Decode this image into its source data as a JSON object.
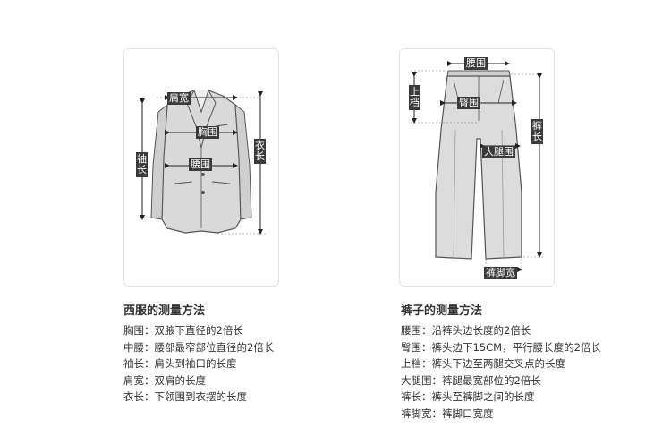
{
  "suit": {
    "tags": {
      "shoulder": "肩宽",
      "chest": "胸围",
      "waist": "腰围",
      "sleeve": "袖长",
      "length": "衣长"
    },
    "title": "西服的测量方法",
    "items": [
      {
        "term": "胸围",
        "desc": "双腋下直径的2倍长"
      },
      {
        "term": "中腰",
        "desc": "腰部最窄部位直径的2倍长"
      },
      {
        "term": "袖长",
        "desc": "肩头到袖口的长度"
      },
      {
        "term": "肩宽",
        "desc": "双肩的长度"
      },
      {
        "term": "衣长",
        "desc": "下领围到衣摆的长度"
      }
    ]
  },
  "pants": {
    "tags": {
      "waist": "腰围",
      "rise": "上档",
      "hip": "臀围",
      "thigh": "大腿围",
      "length": "裤长",
      "hem": "裤脚宽"
    },
    "title": "裤子的测量方法",
    "items": [
      {
        "term": "腰围",
        "desc": "沿裤头边长度的2倍长"
      },
      {
        "term": "臀围",
        "desc": "裤头边下15CM，平行腰长度的2倍长"
      },
      {
        "term": "上档",
        "desc": "裤头下边至两腿交叉点的长度"
      },
      {
        "term": "大腿围",
        "desc": "裤腿最宽部位的2倍长"
      },
      {
        "term": "裤长",
        "desc": "裤头至裤脚之间的长度"
      },
      {
        "term": "裤脚宽",
        "desc": "裤脚口宽度"
      }
    ],
    "separator": "："
  },
  "colors": {
    "garment_fill": "#d9d9d9",
    "garment_stroke": "#555555",
    "tag_bg": "#3a3a3a",
    "card_border": "#e2e2e2"
  }
}
